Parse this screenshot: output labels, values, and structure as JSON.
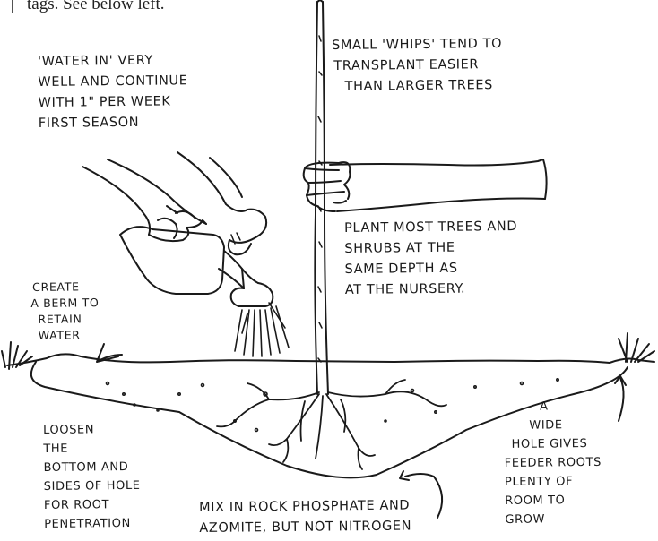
{
  "caption": {
    "text": "tags. See below left."
  },
  "notes": {
    "whips": [
      "SMALL 'WHIPS' TEND TO",
      "TRANSPLANT EASIER",
      "THAN LARGER TREES"
    ],
    "water_in": [
      "'WATER IN' VERY",
      "WELL AND CONTINUE",
      "WITH 1\" PER WEEK",
      "FIRST SEASON"
    ],
    "plant_depth": [
      "PLANT MOST TREES AND",
      "SHRUBS AT THE",
      "SAME DEPTH AS",
      "AT THE NURSERY."
    ],
    "berm": [
      "CREATE",
      "A BERM TO",
      "RETAIN",
      "WATER"
    ],
    "loosen": [
      "LOOSEN",
      "THE",
      "BOTTOM AND",
      "SIDES OF HOLE",
      "FOR ROOT",
      "PENETRATION"
    ],
    "wide_hole": [
      "A",
      "WIDE",
      "HOLE GIVES",
      "FEEDER ROOTS",
      "PLENTY OF",
      "ROOM TO",
      "GROW"
    ],
    "mix_in": [
      "MIX IN ROCK PHOSPHATE AND",
      "AZOMITE, BUT NOT NITROGEN"
    ]
  },
  "colors": {
    "ink": "#1a1a1a",
    "paper": "#ffffff"
  }
}
